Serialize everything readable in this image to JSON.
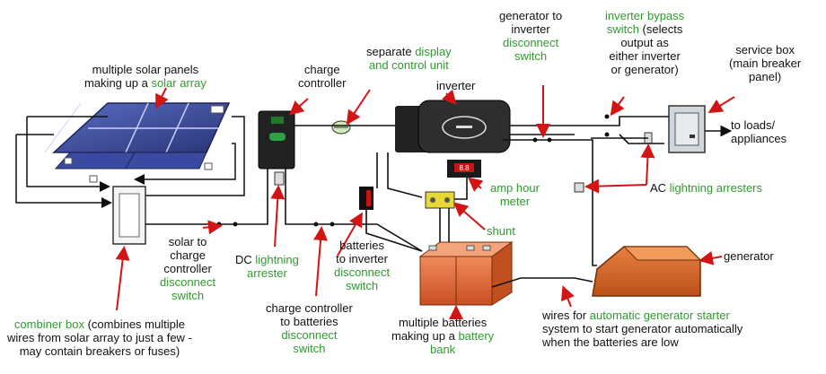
{
  "colors": {
    "green": "#2e9a2e",
    "red_arrow": "#d21414",
    "battery": "#e06a3a",
    "generator": "#d9651f",
    "panel": "#3b4a9a"
  },
  "labels": {
    "solar_array": {
      "pre": "multiple solar panels",
      "pre2": "making up a ",
      "term": "solar array"
    },
    "charge_controller": {
      "l1": "charge",
      "l2": "controller"
    },
    "display_unit": {
      "pre": "separate ",
      "t1": "display",
      "t2": "and control unit"
    },
    "inverter": {
      "text": "inverter"
    },
    "gen_inv_switch": {
      "l1": "generator to",
      "l2": "inverter",
      "t1": "disconnect",
      "t2": "switch"
    },
    "bypass_switch": {
      "t1": "inverter bypass",
      "t2": "switch",
      "rest": " (selects",
      "l3": "output as",
      "l4": "either inverter",
      "l5": "or generator)"
    },
    "service_box": {
      "l1": "service box",
      "l2": "(main breaker",
      "l3": "panel)"
    },
    "loads": {
      "l1": "to loads/",
      "l2": "appliances"
    },
    "amp_hour_meter": {
      "t1": "amp hour",
      "t2": "meter"
    },
    "ac_arresters": {
      "pre": "AC ",
      "term": "lightning arresters"
    },
    "shunt": {
      "term": "shunt"
    },
    "generator": {
      "text": "generator"
    },
    "solar_cc_switch": {
      "l1": "solar to",
      "l2": "charge",
      "l3": "controller",
      "t1": "disconnect",
      "t2": "switch"
    },
    "dc_arrester": {
      "pre": "DC ",
      "t1": "lightning",
      "t2": "arrester"
    },
    "batt_inv_switch": {
      "l1": "batteries",
      "l2": "to inverter",
      "t1": "disconnect",
      "t2": "switch"
    },
    "combiner_box": {
      "term": "combiner box",
      "rest": " (combines multiple",
      "l2": "wires from solar array to just a few -",
      "l3": "may contain breakers or fuses)"
    },
    "cc_batt_switch": {
      "l1": "charge controller",
      "l2": "to batteries",
      "t1": "disconnect",
      "t2": "switch"
    },
    "battery_bank": {
      "l1": "multiple batteries",
      "pre": "making up a ",
      "t1": "battery",
      "t2": "bank"
    },
    "gen_starter": {
      "pre": "wires for ",
      "term": "automatic generator starter",
      "l2": "system to start generator automatically",
      "l3": "when the batteries are low"
    }
  }
}
